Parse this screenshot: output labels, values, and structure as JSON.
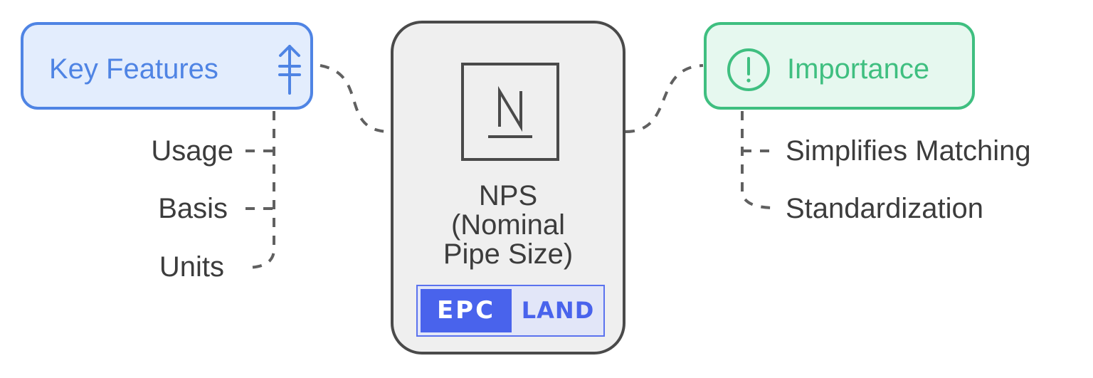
{
  "center": {
    "lines": [
      "NPS",
      "(Nominal",
      "Pipe Size)"
    ],
    "icon": "letter-n-icon",
    "logo": {
      "left_text": "EPC",
      "right_text": "LAND",
      "colors": {
        "primary": "#4963ec"
      }
    }
  },
  "key_features": {
    "title": "Key Features",
    "icon": "arrow-up-icon",
    "color": "#4f84e4",
    "items": [
      "Usage",
      "Basis",
      "Units"
    ]
  },
  "importance": {
    "title": "Importance",
    "icon": "exclamation-icon",
    "color": "#3fbf80",
    "items": [
      "Simplifies Matching",
      "Standardization"
    ]
  }
}
